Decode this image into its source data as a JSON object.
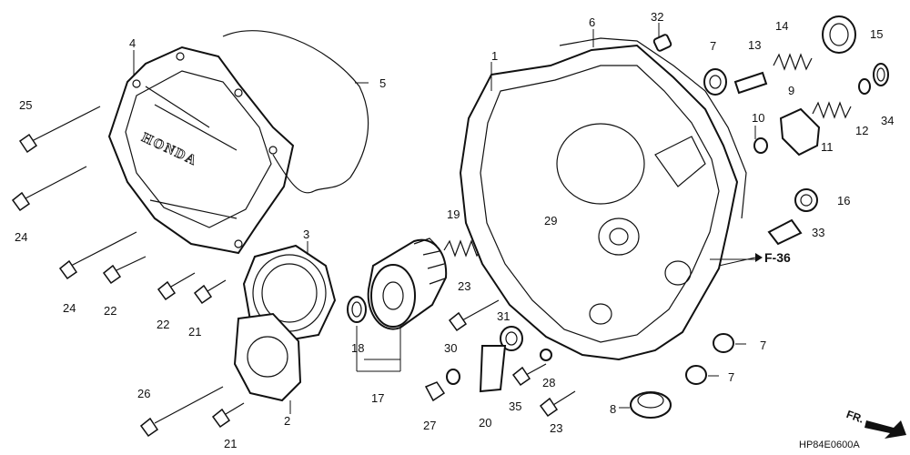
{
  "diagram": {
    "diagram_code": "HP84E0600A",
    "brand_text": "HONDA",
    "reference_label": "F-36",
    "front_label": "FR.",
    "callouts": {
      "c1": "1",
      "c2": "2",
      "c3": "3",
      "c4": "4",
      "c5": "5",
      "c6": "6",
      "c7a": "7",
      "c7b": "7",
      "c7c": "7",
      "c8": "8",
      "c9": "9",
      "c10": "10",
      "c11": "11",
      "c12": "12",
      "c13": "13",
      "c14": "14",
      "c15": "15",
      "c16": "16",
      "c17": "17",
      "c18": "18",
      "c19": "19",
      "c20": "20",
      "c21a": "21",
      "c21b": "21",
      "c22a": "22",
      "c22b": "22",
      "c23a": "23",
      "c23b": "23",
      "c24a": "24",
      "c24b": "24",
      "c25": "25",
      "c26": "26",
      "c27": "27",
      "c28": "28",
      "c29": "29",
      "c30": "30",
      "c31": "31",
      "c32": "32",
      "c33": "33",
      "c34": "34",
      "c35": "35"
    }
  }
}
